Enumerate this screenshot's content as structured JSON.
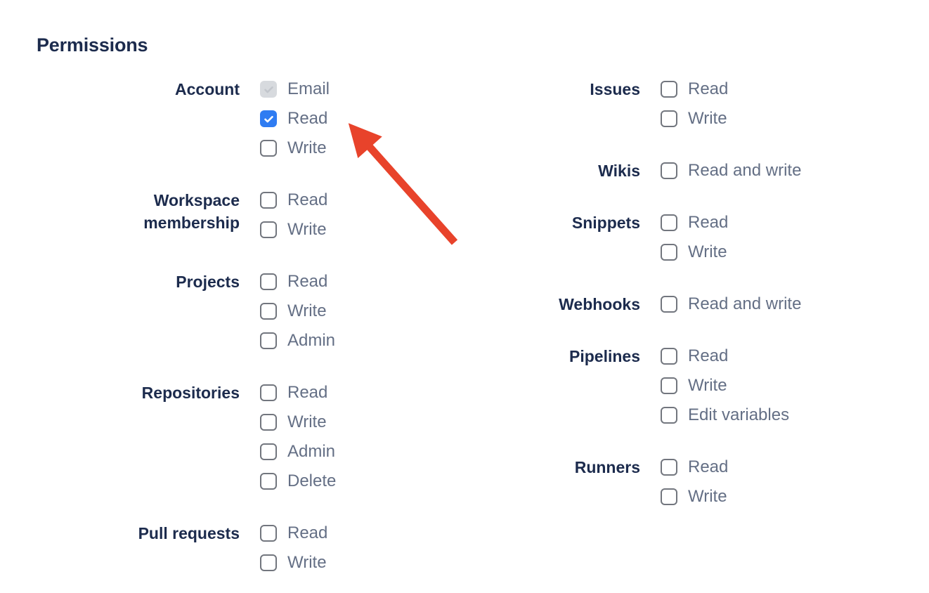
{
  "page": {
    "title": "Permissions"
  },
  "colors": {
    "heading_text": "#1C2B4D",
    "group_label_text": "#1C2B4D",
    "option_label_text": "#646F85",
    "checkbox_border": "#72767E",
    "checkbox_checked_bg": "#2F7CF2",
    "checkbox_checked_check": "#FFFFFF",
    "checkbox_disabled_bg": "#D7DADE",
    "checkbox_disabled_check": "#C2C6CC",
    "annotation_arrow": "#E8432B"
  },
  "columns": [
    {
      "groups": [
        {
          "label": "Account",
          "options": [
            {
              "label": "Email",
              "state": "checked-disabled"
            },
            {
              "label": "Read",
              "state": "checked"
            },
            {
              "label": "Write",
              "state": "unchecked"
            }
          ]
        },
        {
          "label": "Workspace membership",
          "options": [
            {
              "label": "Read",
              "state": "unchecked"
            },
            {
              "label": "Write",
              "state": "unchecked"
            }
          ]
        },
        {
          "label": "Projects",
          "options": [
            {
              "label": "Read",
              "state": "unchecked"
            },
            {
              "label": "Write",
              "state": "unchecked"
            },
            {
              "label": "Admin",
              "state": "unchecked"
            }
          ]
        },
        {
          "label": "Repositories",
          "options": [
            {
              "label": "Read",
              "state": "unchecked"
            },
            {
              "label": "Write",
              "state": "unchecked"
            },
            {
              "label": "Admin",
              "state": "unchecked"
            },
            {
              "label": "Delete",
              "state": "unchecked"
            }
          ]
        },
        {
          "label": "Pull requests",
          "options": [
            {
              "label": "Read",
              "state": "unchecked"
            },
            {
              "label": "Write",
              "state": "unchecked"
            }
          ]
        }
      ]
    },
    {
      "groups": [
        {
          "label": "Issues",
          "options": [
            {
              "label": "Read",
              "state": "unchecked"
            },
            {
              "label": "Write",
              "state": "unchecked"
            }
          ]
        },
        {
          "label": "Wikis",
          "options": [
            {
              "label": "Read and write",
              "state": "unchecked"
            }
          ]
        },
        {
          "label": "Snippets",
          "options": [
            {
              "label": "Read",
              "state": "unchecked"
            },
            {
              "label": "Write",
              "state": "unchecked"
            }
          ]
        },
        {
          "label": "Webhooks",
          "options": [
            {
              "label": "Read and write",
              "state": "unchecked"
            }
          ]
        },
        {
          "label": "Pipelines",
          "options": [
            {
              "label": "Read",
              "state": "unchecked"
            },
            {
              "label": "Write",
              "state": "unchecked"
            },
            {
              "label": "Edit variables",
              "state": "unchecked"
            }
          ]
        },
        {
          "label": "Runners",
          "options": [
            {
              "label": "Read",
              "state": "unchecked"
            },
            {
              "label": "Write",
              "state": "unchecked"
            }
          ]
        }
      ]
    }
  ],
  "annotation": {
    "type": "red arrow",
    "points_at": "account-read-checkbox"
  }
}
